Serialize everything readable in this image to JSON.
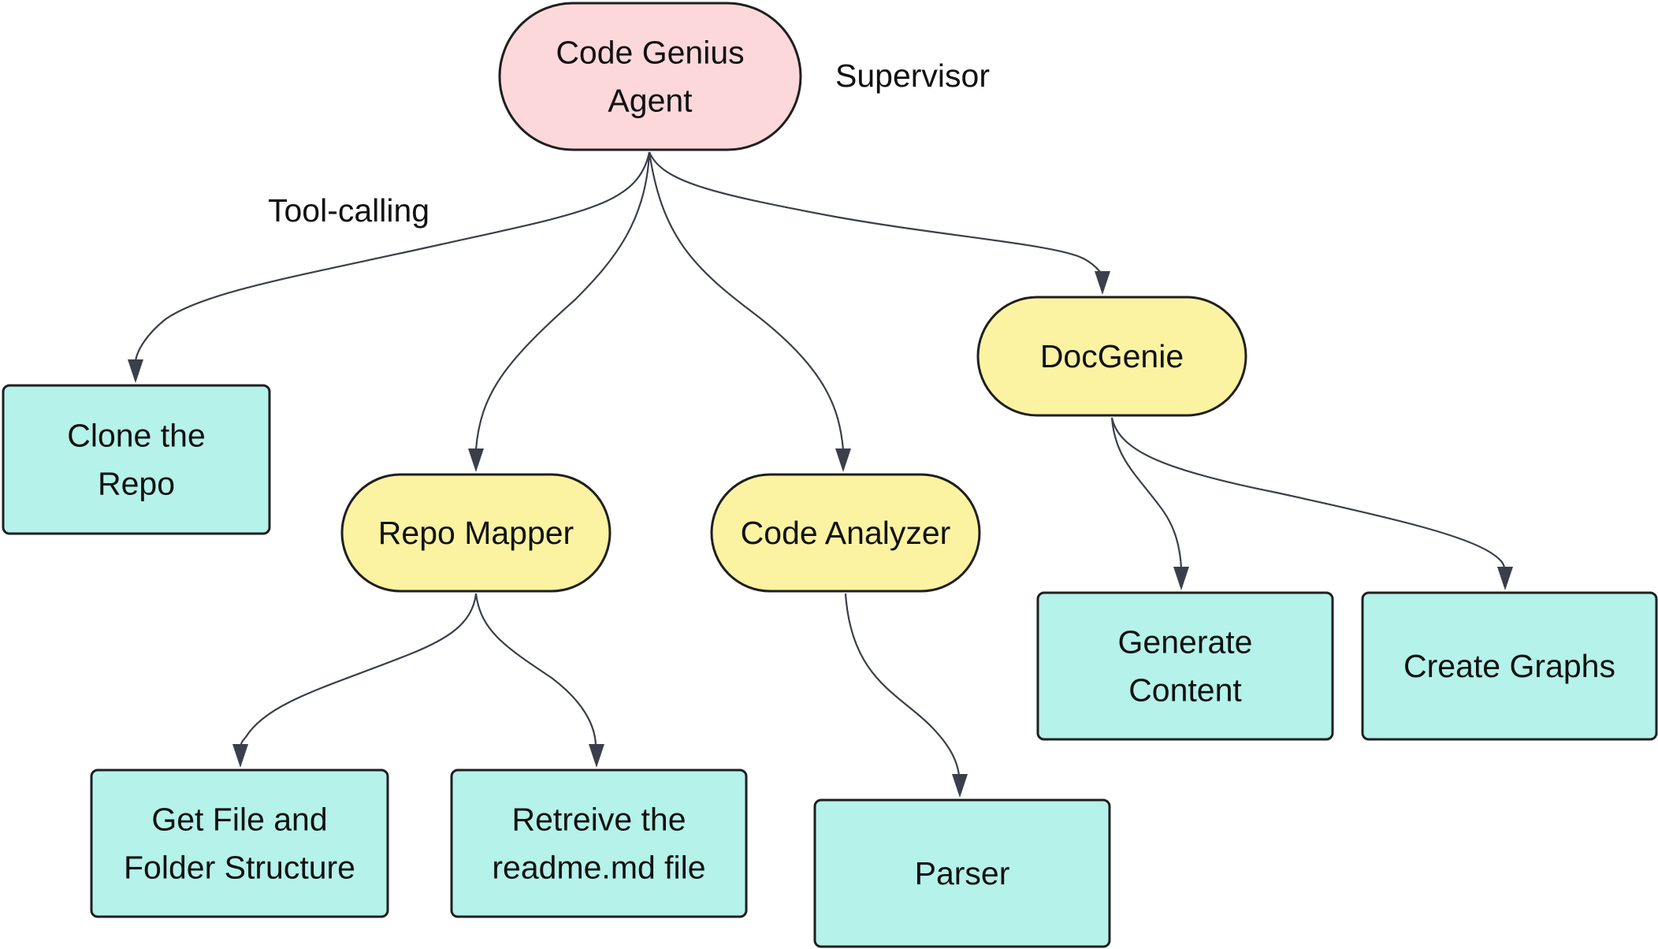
{
  "colors": {
    "supervisor_fill": "#fdd8da",
    "agent_fill": "#fbf3a2",
    "tool_fill": "#b4f2ea",
    "stroke": "#1f1f1f",
    "edge": "#3a3f4b"
  },
  "labels": {
    "supervisor": "Supervisor",
    "tool_calling": "Tool-calling"
  },
  "nodes": {
    "code_genius_agent": {
      "lines": [
        "Code Genius",
        "Agent"
      ],
      "kind": "supervisor"
    },
    "clone_repo": {
      "lines": [
        "Clone the",
        "Repo"
      ],
      "kind": "tool"
    },
    "repo_mapper": {
      "lines": [
        "Repo Mapper"
      ],
      "kind": "agent"
    },
    "code_analyzer": {
      "lines": [
        "Code Analyzer"
      ],
      "kind": "agent"
    },
    "docgenie": {
      "lines": [
        "DocGenie"
      ],
      "kind": "agent"
    },
    "get_file_folder": {
      "lines": [
        "Get File and",
        "Folder Structure"
      ],
      "kind": "tool"
    },
    "retrieve_readme": {
      "lines": [
        "Retreive the",
        "readme.md file"
      ],
      "kind": "tool"
    },
    "parser": {
      "lines": [
        "Parser"
      ],
      "kind": "tool"
    },
    "generate_content": {
      "lines": [
        "Generate",
        "Content"
      ],
      "kind": "tool"
    },
    "create_graphs": {
      "lines": [
        "Create Graphs"
      ],
      "kind": "tool"
    }
  },
  "edges": [
    {
      "from": "code_genius_agent",
      "to": "clone_repo"
    },
    {
      "from": "code_genius_agent",
      "to": "repo_mapper"
    },
    {
      "from": "code_genius_agent",
      "to": "code_analyzer"
    },
    {
      "from": "code_genius_agent",
      "to": "docgenie"
    },
    {
      "from": "repo_mapper",
      "to": "get_file_folder"
    },
    {
      "from": "repo_mapper",
      "to": "retrieve_readme"
    },
    {
      "from": "code_analyzer",
      "to": "parser"
    },
    {
      "from": "docgenie",
      "to": "generate_content"
    },
    {
      "from": "docgenie",
      "to": "create_graphs"
    }
  ]
}
